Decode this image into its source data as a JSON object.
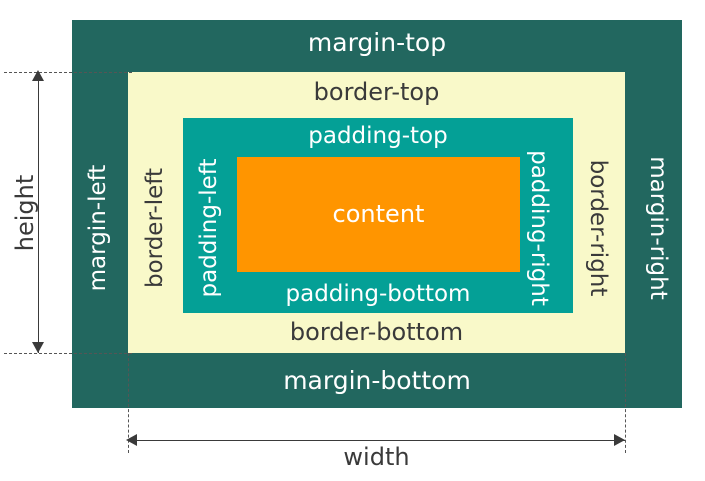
{
  "diagram": {
    "title": "CSS Box Model",
    "type": "nested-box-model"
  },
  "boxes": {
    "margin": {
      "label_top": "margin-top",
      "label_bottom": "margin-bottom",
      "label_left": "margin-left",
      "label_right": "margin-right",
      "color": "#22675f",
      "text_color": "#ffffff"
    },
    "border": {
      "label_top": "border-top",
      "label_bottom": "border-bottom",
      "label_left": "border-left",
      "label_right": "border-right",
      "color": "#f9f9c9",
      "text_color": "#3a3a3a"
    },
    "padding": {
      "label_top": "padding-top",
      "label_bottom": "padding-bottom",
      "label_left": "padding-left",
      "label_right": "padding-right",
      "color": "#04a096",
      "text_color": "#ffffff"
    },
    "content": {
      "label": "content",
      "color": "#ff9500",
      "text_color": "#ffffff"
    }
  },
  "measurements": {
    "height_label": "height",
    "width_label": "width",
    "guide_color": "#555555",
    "arrow_color": "#3a3a3a"
  }
}
